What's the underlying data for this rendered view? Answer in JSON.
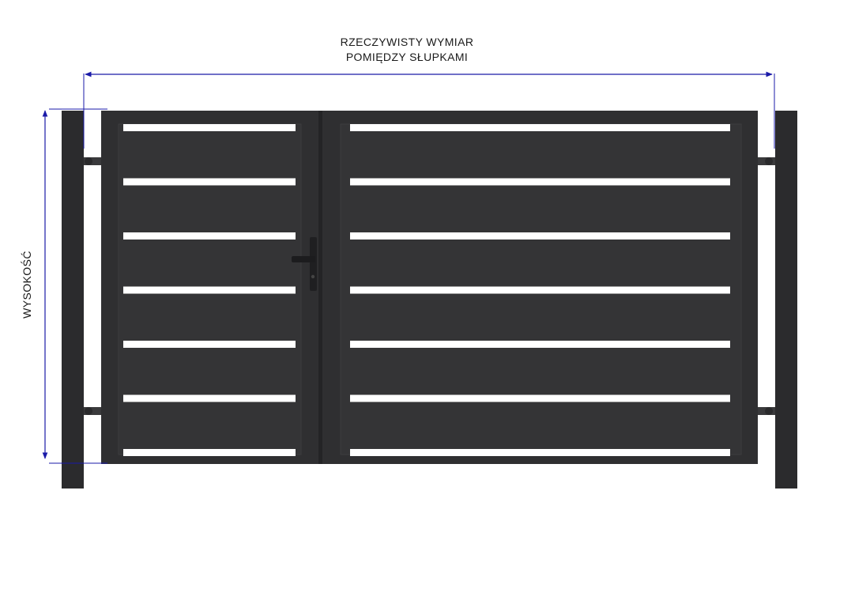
{
  "dimensions": {
    "width_label_line1": "RZECZYWISTY WYMIAR",
    "width_label_line2": "POMIĘDZY SŁUPKAMI",
    "height_label": "WYSOKOŚĆ"
  },
  "gate": {
    "wicket_leaf_slats": 7,
    "main_leaf_slats": 7
  },
  "colors": {
    "frame": "#2f2f31",
    "panel": "#343436",
    "post": "#2b2b2d",
    "slat_gap": "#ffffff",
    "dimension_line": "#1a1aa8",
    "label_text": "#1a1a1a"
  },
  "icons": {
    "handle": "door-handle-icon",
    "hinge": "hinge-icon"
  }
}
